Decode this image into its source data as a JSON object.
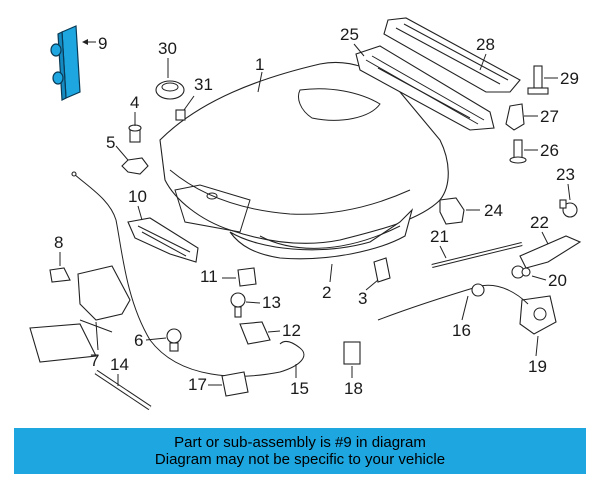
{
  "highlight_color": "#1da6e0",
  "banner": {
    "line1": "Part or sub-assembly is #9 in diagram",
    "line2": "Diagram may not be specific to your vehicle"
  },
  "callouts": [
    {
      "id": "1",
      "label": "1"
    },
    {
      "id": "2",
      "label": "2"
    },
    {
      "id": "3",
      "label": "3"
    },
    {
      "id": "4",
      "label": "4"
    },
    {
      "id": "5",
      "label": "5"
    },
    {
      "id": "6",
      "label": "6"
    },
    {
      "id": "7",
      "label": "7"
    },
    {
      "id": "8",
      "label": "8"
    },
    {
      "id": "9",
      "label": "9"
    },
    {
      "id": "10",
      "label": "10"
    },
    {
      "id": "11",
      "label": "11"
    },
    {
      "id": "12",
      "label": "12"
    },
    {
      "id": "13",
      "label": "13"
    },
    {
      "id": "14",
      "label": "14"
    },
    {
      "id": "15",
      "label": "15"
    },
    {
      "id": "16",
      "label": "16"
    },
    {
      "id": "17",
      "label": "17"
    },
    {
      "id": "18",
      "label": "18"
    },
    {
      "id": "19",
      "label": "19"
    },
    {
      "id": "20",
      "label": "20"
    },
    {
      "id": "21",
      "label": "21"
    },
    {
      "id": "22",
      "label": "22"
    },
    {
      "id": "23",
      "label": "23"
    },
    {
      "id": "24",
      "label": "24"
    },
    {
      "id": "25",
      "label": "25"
    },
    {
      "id": "26",
      "label": "26"
    },
    {
      "id": "27",
      "label": "27"
    },
    {
      "id": "28",
      "label": "28"
    },
    {
      "id": "29",
      "label": "29"
    },
    {
      "id": "30",
      "label": "30"
    },
    {
      "id": "31",
      "label": "31"
    }
  ]
}
